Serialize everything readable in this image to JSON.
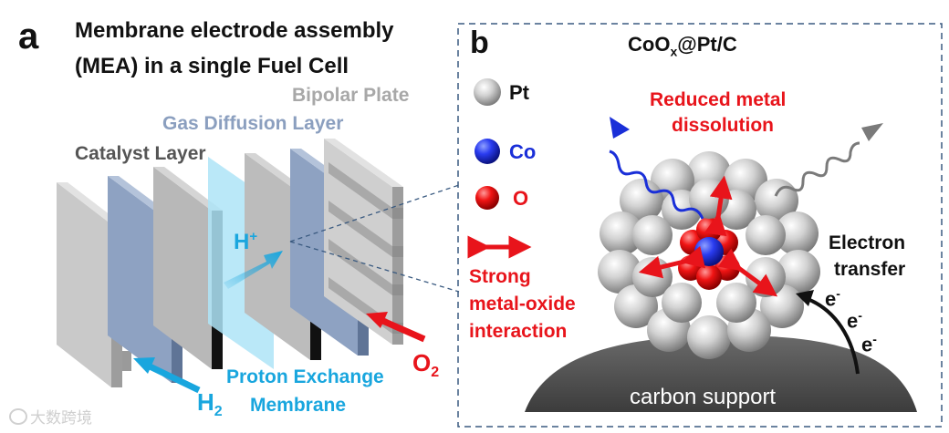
{
  "panel_a": {
    "letter": "a",
    "title_line1": "Membrane electrode assembly",
    "title_line2": "(MEA) in a single Fuel Cell",
    "bipolar_plate": "Bipolar Plate",
    "gas_diffusion_layer": "Gas Diffusion Layer",
    "catalyst_layer": "Catalyst Layer",
    "proton": "H",
    "proton_sup": "+",
    "pem_line1": "Proton Exchange",
    "pem_line2": "Membrane",
    "h2": "H",
    "h2_sub": "2",
    "o2": "O",
    "o2_sub": "2"
  },
  "panel_b": {
    "letter": "b",
    "title_main": "CoO",
    "title_sub": "x",
    "title_rest": "@Pt/C",
    "legend": {
      "pt": "Pt",
      "co": "Co",
      "o": "O",
      "interaction_line1": "Strong",
      "interaction_line2": "metal-oxide",
      "interaction_line3": "interaction"
    },
    "reduced_line1": "Reduced metal",
    "reduced_line2": "dissolution",
    "electron_line1": "Electron",
    "electron_line2": "transfer",
    "electron": "e",
    "electron_sup": "-",
    "support": "carbon support"
  },
  "watermark": "大数跨境",
  "colors": {
    "red": "#e8141b",
    "proton_blue": "#19a6de",
    "gdl_label": "#8b9fbf",
    "bipolar_label": "#a8a8a8",
    "catalyst_label": "#555555",
    "dashed_border": "#3a5a80",
    "pt_gray": "#c4c4c4",
    "co_blue": "#1a2fd8",
    "o_red": "#e61a1a"
  }
}
